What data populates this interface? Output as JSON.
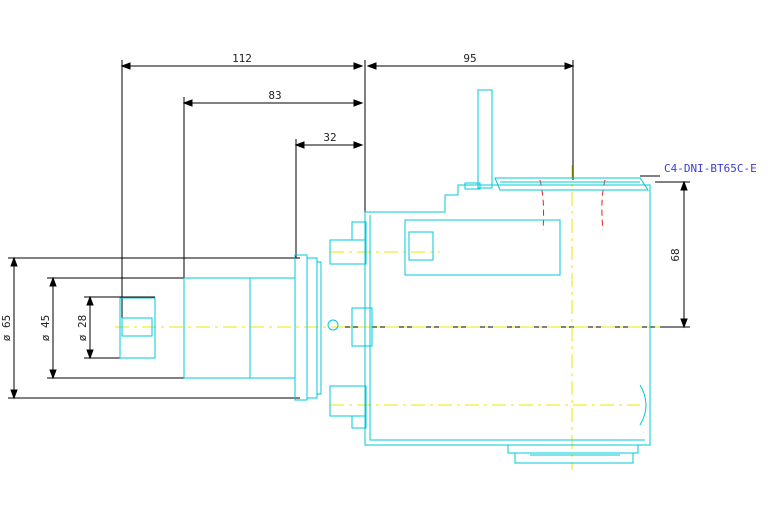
{
  "part_number": "C4-DNI-BT65C-E",
  "dimensions": {
    "length_112": "112",
    "length_95": "95",
    "length_83": "83",
    "length_32": "32",
    "height_68": "68",
    "dia_65": "ø 65",
    "dia_45": "ø 45",
    "dia_28": "ø 28"
  },
  "colors": {
    "outline": "#00c8d8",
    "centerline": "#e8e800",
    "hidden": "#e02020",
    "dimension": "#000000",
    "label": "#3b3bd6"
  }
}
